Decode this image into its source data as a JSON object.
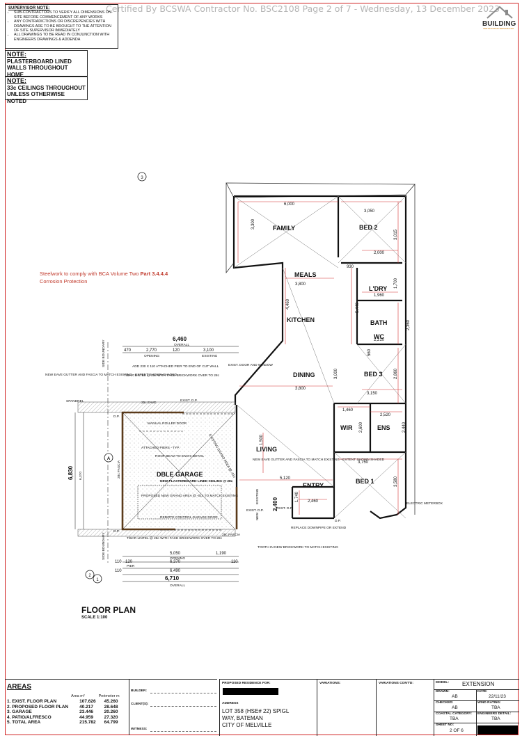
{
  "header": {
    "certified": "Certified By BCSWA Contractor No. BSC2108 Page 2 of 7 - Wednesday, 13 December 2023"
  },
  "supervisor_note": {
    "heading": "SUPERVISOR NOTE:",
    "items": [
      "SUB-CONTRACTORS TO VERIFY ALL DIMENSIONS ON-SITE BEFORE COMMENCEMENT OF ANY WORKS",
      "ANY CONTRADICTIONS OR DISCREPENCIES WITH DRAWINGS ARE TO BE BROUGHT TO THE ATTENTION OF SITE SUPERVISOR IMMEDIATELY",
      "ALL DRAWINGS TO BE READ IN CONJUNCTION WITH ENGINEERS DRAWINGS & ADDENDA"
    ]
  },
  "note1": {
    "heading": "NOTE:",
    "text": "PLASTERBOARD LINED WALLS THROUGHOUT HOME"
  },
  "note2": {
    "heading": "NOTE:",
    "text": "33c CEILINGS THROUGHOUT UNLESS OTHERWISE NOTED"
  },
  "steelwork": {
    "line1_prefix": "Steelwork to comply with BCA Volume Two ",
    "line1_bold": "Part 3.4.4.4",
    "line2": "Corrosion Protection"
  },
  "logo": {
    "text": "BUILDING",
    "sub": "CERTIFICATION SERVICES WA"
  },
  "rooms": {
    "family": "FAMILY",
    "bed2": "BED 2",
    "meals": "MEALS",
    "ldry": "L'DRY",
    "kitchen": "KITCHEN",
    "bath": "BATH",
    "wc": "WC",
    "dining": "DINING",
    "bed3": "BED 3",
    "wir": "WIR",
    "ens": "ENS",
    "living": "LIVING",
    "entry": "ENTRY",
    "bed1": "BED 1",
    "garage": "DBLE GARAGE",
    "garage_sub": "NEW PLASTERBOARD LINED CEILING @ 28c"
  },
  "dims": {
    "d6000": "6,000",
    "d3050": "3,050",
    "d3300": "3,300",
    "d3015": "3,015",
    "d2000": "2,000",
    "d930": "930",
    "d1700": "1,700",
    "d1960": "1,960",
    "d3800a": "3,800",
    "d4460": "4,460",
    "d5440": "5,440",
    "d2360": "2,360",
    "d2210": "2,210",
    "d560": "560",
    "d2860": "2,860",
    "d3000": "3,000",
    "d3800b": "3,800",
    "d3150": "3,150",
    "d1460": "1,460",
    "d2520": "2,520",
    "d2600": "2,600",
    "d2440": "2,440",
    "d3750": "3,750",
    "d1500": "1,500",
    "d5120": "5,120",
    "d3580": "3,580",
    "d1740": "1,740",
    "d2460": "2,460",
    "d6460": "6,460",
    "overall": "OVERALL",
    "d470": "470",
    "d2770": "2,770",
    "d120": "120",
    "d3100": "3,100",
    "opening": "OPENING",
    "existing": "EXISTING",
    "d6830": "6,830",
    "d6370v": "6,370",
    "d2400": "2,400",
    "d5050": "5,050",
    "d1190": "1,190",
    "d110a": "110",
    "d6370": "6,370",
    "d6490": "6,490",
    "d6710": "6,710",
    "d110b": "110",
    "d120b": "120",
    "pier": "PIER"
  },
  "annotations": {
    "eave_gutter": "NEW EAVE GUTTER AND FASCIA TO MATCH EXISTING - EXTENT SHOWN SHADED",
    "pier_attach": "ADD 230 X 110 ATTACHED PIER TO END OF CUT WALL",
    "lintel_top": "T/BAR LINTEL @ 23c WITH FACE BRICKWORK OVER TO 28c",
    "exist_door": "EXIST. DOOR AND WINDOW",
    "spandrel": "SPANDREL",
    "eave25": "25c EAVE",
    "exist_dp": "EXIST. D.P.",
    "manual_roller": "MANUAL ROLLER DOOR",
    "attached_piers": "ATTACHED PIERS - TYP.",
    "roof_beam": "ROOF BEAM TO ENG'S DETAIL",
    "proposed_grano": "PROPOSED NEW GRANO AREA @ -01c TO MATCH EXISTING",
    "remote_door": "REMOTE CONTROL GARAGE DOOR",
    "lintel_bottom": "T/BAR LINTEL @ 25c WITH FACE BRICKWORK OVER TO 28c",
    "fascia28": "28c FASCIA",
    "eave_gutter2": "NEW EAVE GUTTER AND FASCIA TO MATCH EXISTING - EXTENT SHOWN SHADED",
    "replace_dp": "REPLACE DOWNPIPE OR EXTEND",
    "tooth": "TOOTH IN NEW BRICKWORK TO MATCH EXISTING",
    "electric": "ELECTRIC METERBOX",
    "side_boundary": "SIDE BOUNDARY",
    "dp": "D.P.",
    "new": "NEW",
    "existing": "EXISTING",
    "exist_dp2": "EXIST. D.P.",
    "fascia_side": "28c FASCIA",
    "existing_grano": "EXISTING GRANO AREA @ -01c",
    "section_a": "A",
    "marker3": "3",
    "marker2": "2",
    "marker1": "1"
  },
  "floor_plan": {
    "title": "FLOOR PLAN",
    "scale": "SCALE 1:100"
  },
  "areas": {
    "heading": "AREAS",
    "col1": "Area m²",
    "col2": "Perimeter m",
    "rows": [
      {
        "name": "1. EXIST. FLOOR PLAN",
        "area": "107.626",
        "perim": "45.260"
      },
      {
        "name": "2. PROPOSED FLOOR PLAN",
        "area": "40.217",
        "perim": "28.648"
      },
      {
        "name": "3. GARAGE",
        "area": "23.446",
        "perim": "20.260"
      },
      {
        "name": "4. PATIO/ALFRESCO",
        "area": "44.959",
        "perim": "27.320"
      },
      {
        "name": "5. TOTAL AREA",
        "area": "215.782",
        "perim": "64.799"
      }
    ]
  },
  "signatures": {
    "builder": "BUILDER:",
    "client": "CLIENT(S):",
    "witness": "WITNESS:"
  },
  "proposed": {
    "label": "PROPOSED RESIDENCE FOR:",
    "address_label": "ADDRESS",
    "address_lines": [
      "LOT 358 (HSE# 22) SPIGL",
      "WAY, BATEMAN",
      "CITY OF MELVILLE"
    ]
  },
  "variations": {
    "v1": "VARIATIONS:",
    "v2": "VARIATIONS CONT'D:"
  },
  "titleblock": {
    "model_label": "MODEL:",
    "model": "EXTENSION",
    "drawn_label": "DRAWN:",
    "drawn": "AB",
    "date_label": "DATE:",
    "date": "22/11/23",
    "checked_label": "CHECKED:",
    "checked": "AB",
    "wind_label": "WIND RATING:",
    "wind": "TBA",
    "coastal_label": "COASTAL CATEGORY:",
    "coastal": "TBA",
    "eng_label": "ENGINEERS DETAIL:",
    "eng": "TBA",
    "sheet_label": "SHEET NO:",
    "sheet": "2 OF 6"
  }
}
